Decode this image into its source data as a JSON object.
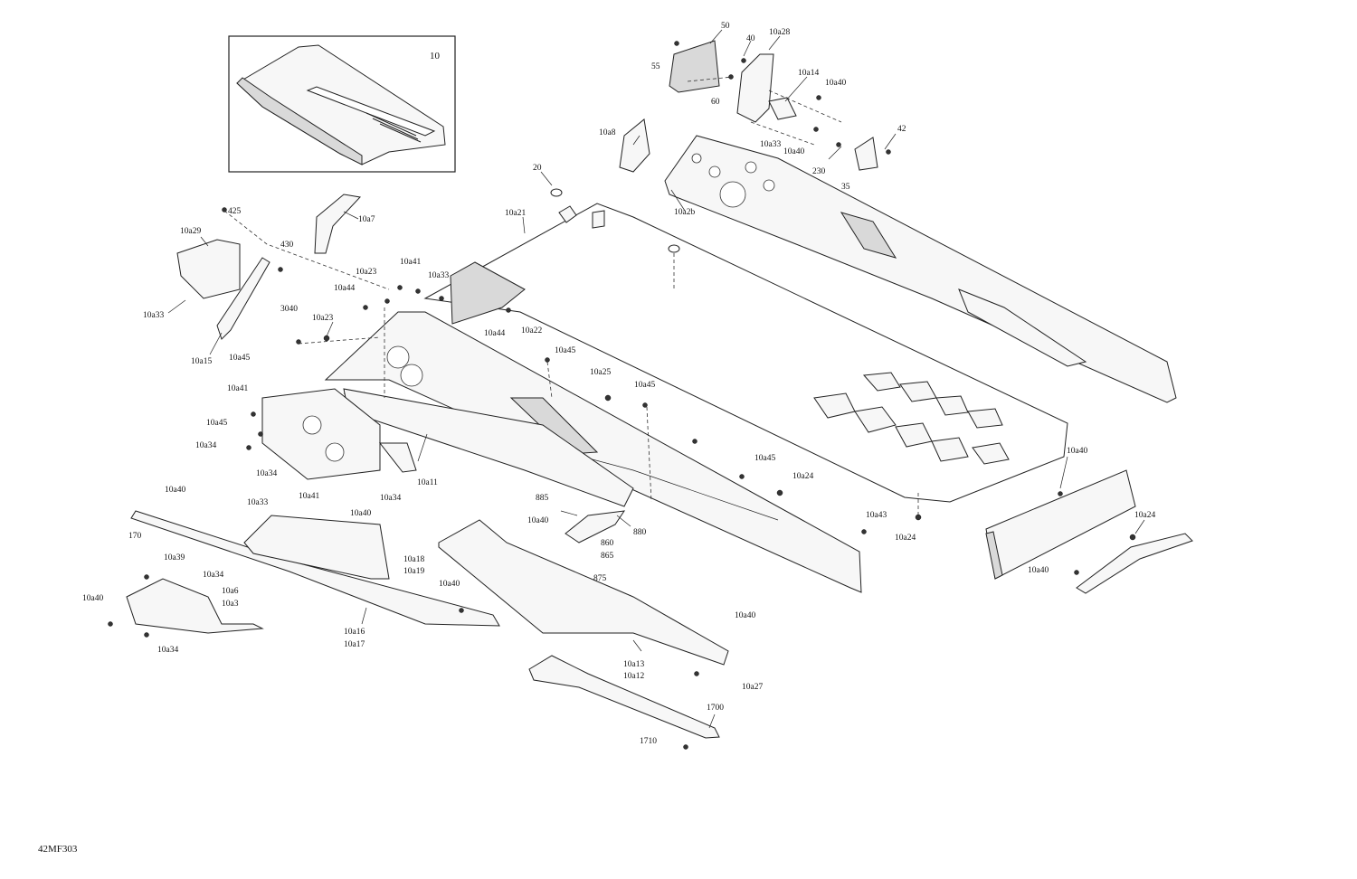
{
  "diagram": {
    "drawing_ref": "42MF303",
    "inset_label": "10",
    "callouts": [
      "50",
      "55",
      "60",
      "40",
      "10a28",
      "10a14",
      "10a40",
      "10a33",
      "10a40",
      "42",
      "230",
      "35",
      "10a8",
      "20",
      "10a2b",
      "10a21",
      "425",
      "10a29",
      "10a7",
      "430",
      "10a33",
      "10a15",
      "10a45",
      "10a41",
      "10a23",
      "10a33",
      "10a44",
      "3040",
      "10a23",
      "10a22",
      "10a44",
      "10a45",
      "10a25",
      "10a45",
      "10a41",
      "10a45",
      "10a34",
      "10a34",
      "10a11",
      "10a34",
      "10a33",
      "10a41",
      "10a40",
      "170",
      "10a39",
      "10a34",
      "10a40",
      "10a6",
      "10a3",
      "10a34",
      "10a40",
      "10a18",
      "10a19",
      "10a16",
      "10a17",
      "885",
      "10a40",
      "880",
      "860",
      "865",
      "875",
      "10a40",
      "10a45",
      "10a24",
      "10a43",
      "10a24",
      "10a40",
      "10a24",
      "10a40",
      "10a40",
      "10a13",
      "10a12",
      "10a27",
      "1700",
      "1710"
    ]
  }
}
